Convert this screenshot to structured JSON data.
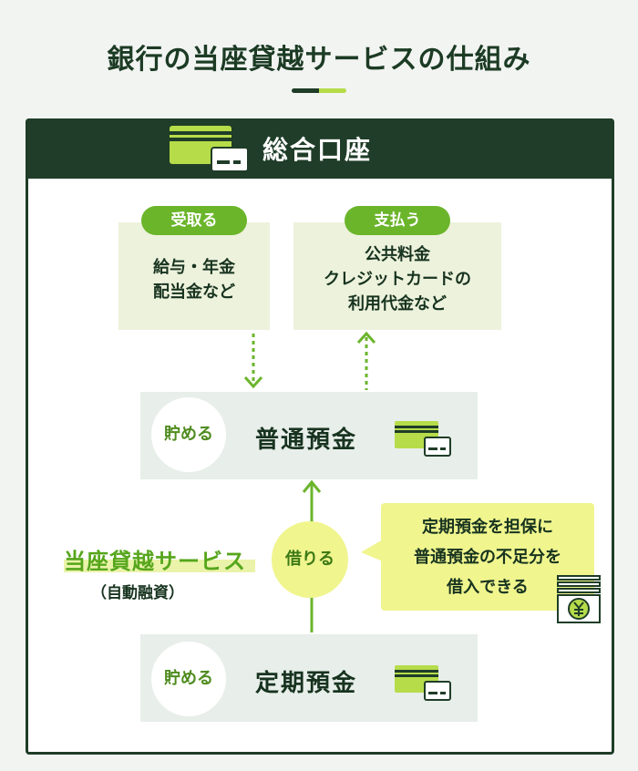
{
  "page": {
    "title": "銀行の当座貸越サービスの仕組み"
  },
  "account": {
    "title": "総合口座"
  },
  "receive": {
    "pill": "受取る",
    "lines": [
      "給与・年金",
      "配当金など"
    ]
  },
  "pay": {
    "pill": "支払う",
    "lines": [
      "公共料金",
      "クレジットカードの",
      "利用代金など"
    ]
  },
  "ordinary": {
    "circle": "貯める",
    "title": "普通預金"
  },
  "time": {
    "circle": "貯める",
    "title": "定期預金"
  },
  "overdraft": {
    "label": "当座貸越サービス",
    "sub": "（自動融資）",
    "borrow": "借りる"
  },
  "bubble": {
    "lines": [
      "定期預金を担保に",
      "普通預金の不足分を",
      "借入できる"
    ]
  },
  "icons": {
    "header_card": "card-icon",
    "ordinary_card": "card-icon",
    "time_card": "card-icon",
    "cash": "yen-cash-icon"
  },
  "colors": {
    "dark_green": "#1f3d28",
    "accent_green": "#6bb52b",
    "lime": "#b7dc4a",
    "yellow": "#f0f58e",
    "pale_green": "#edf2dc",
    "gray_box": "#e8eeea"
  }
}
